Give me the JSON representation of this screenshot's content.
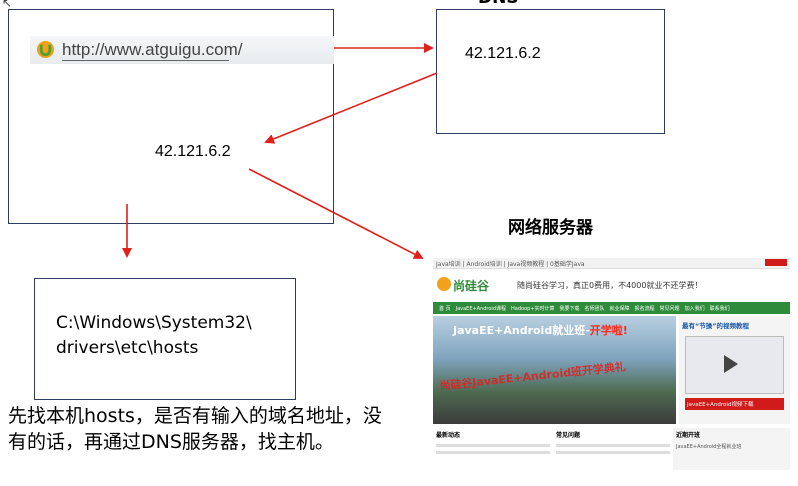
{
  "browser": {
    "url": "http://www.atguigu.com/"
  },
  "dns": {
    "label": "DNS",
    "ip": "42.121.6.2"
  },
  "client": {
    "ip": "42.121.6.2"
  },
  "hosts": {
    "line1": "C:\\Windows\\System32\\",
    "line2": "drivers\\etc\\hosts"
  },
  "server": {
    "title": "网络服务器"
  },
  "note": {
    "text": "先找本机hosts，是否有输入的域名地址，没有的话，再通过DNS服务器，找主机。"
  },
  "site": {
    "top_links": "Java培训 | Android培训 | Java视频教程 | 0基础学Java",
    "slogan": "随尚硅谷学习，真正0费用，不4000就业不还学费！",
    "logo_text": "尚硅谷",
    "nav": [
      "首 页",
      "JavaEE+Android课程",
      "Hadoop+实时计算",
      "我要下载",
      "名师团队",
      "就业保障",
      "报名流程",
      "常见问题",
      "加入我们",
      "联系我们"
    ],
    "banner_title": "JavaEE+Android就业班-",
    "banner_highlight": "开学啦!",
    "banner_photo_caption": "尚硅谷JavaEE+Android班开学典礼",
    "side_title": "最有“节操”的视频教程",
    "side_button": "JavaEE+Android视频下载",
    "bottom_left_title": "最新动态",
    "bottom_mid_title": "常见问题",
    "bottom_right_title": "近期开班",
    "bottom_right_item": "JavaEE+Android全程就业班"
  },
  "colors": {
    "arrow": "#e0201b",
    "box_border": "#2f3d62",
    "site_green": "#2e8b3a",
    "site_red": "#d11a1a"
  }
}
